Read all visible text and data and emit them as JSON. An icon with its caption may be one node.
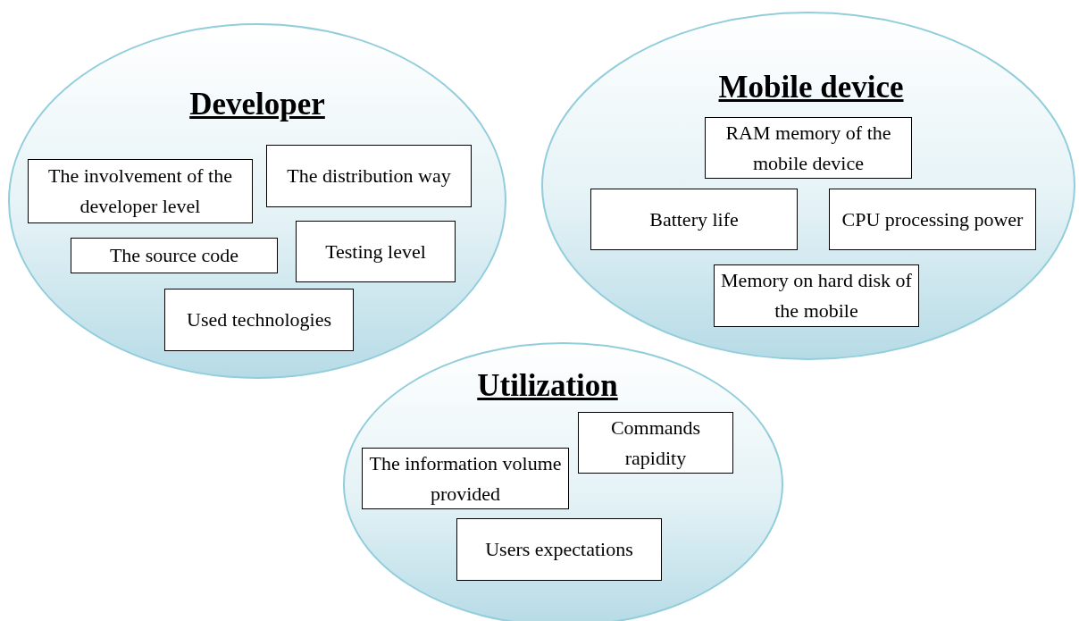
{
  "diagram": {
    "nodes": [
      {
        "text": [
          "Developer"
        ]
      },
      {
        "text": [
          "The involvement of the developer level"
        ],
        "in": 0
      },
      {
        "text": [
          "The distribution way"
        ],
        "in": 0
      },
      {
        "text": [
          "The source code"
        ],
        "in": 0
      },
      {
        "text": [
          "Testing level"
        ],
        "in": 0
      },
      {
        "text": [
          "Used technologies"
        ],
        "in": 0
      },
      {
        "text": [
          "Mobile device"
        ]
      },
      {
        "text": [
          "RAM memory of the mobile device"
        ],
        "in": 6
      },
      {
        "text": [
          "Battery life"
        ],
        "in": 6
      },
      {
        "text": [
          "CPU processing power"
        ],
        "in": 6
      },
      {
        "text": [
          "Memory on hard disk of the mobile"
        ],
        "in": 6
      },
      {
        "text": [
          "Utilization"
        ]
      },
      {
        "text": [
          "Commands rapidity"
        ],
        "in": 11
      },
      {
        "text": [
          "The information volume provided"
        ],
        "in": 11
      },
      {
        "text": [
          "Users expectations"
        ],
        "in": 11
      }
    ]
  }
}
